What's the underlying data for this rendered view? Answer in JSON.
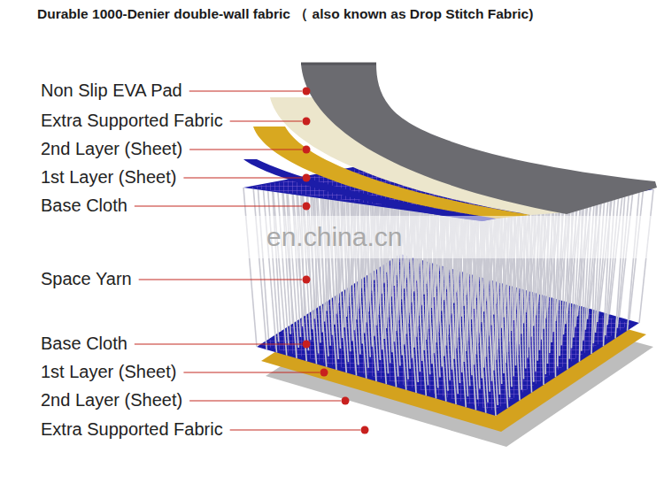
{
  "diagram": {
    "title": "Durable 1000-Denier double-wall fabric （ also known as Drop Stitch Fabric)",
    "labels": [
      "Non Slip EVA Pad",
      "Extra Supported Fabric",
      "2nd Layer (Sheet)",
      "1st  Layer (Sheet)",
      "Base Cloth",
      "Space Yarn",
      "Base Cloth",
      "1st  Layer (Sheet)",
      "2nd Layer (Sheet)",
      "Extra Supported Fabric",
      "en.china.cn"
    ]
  }
}
